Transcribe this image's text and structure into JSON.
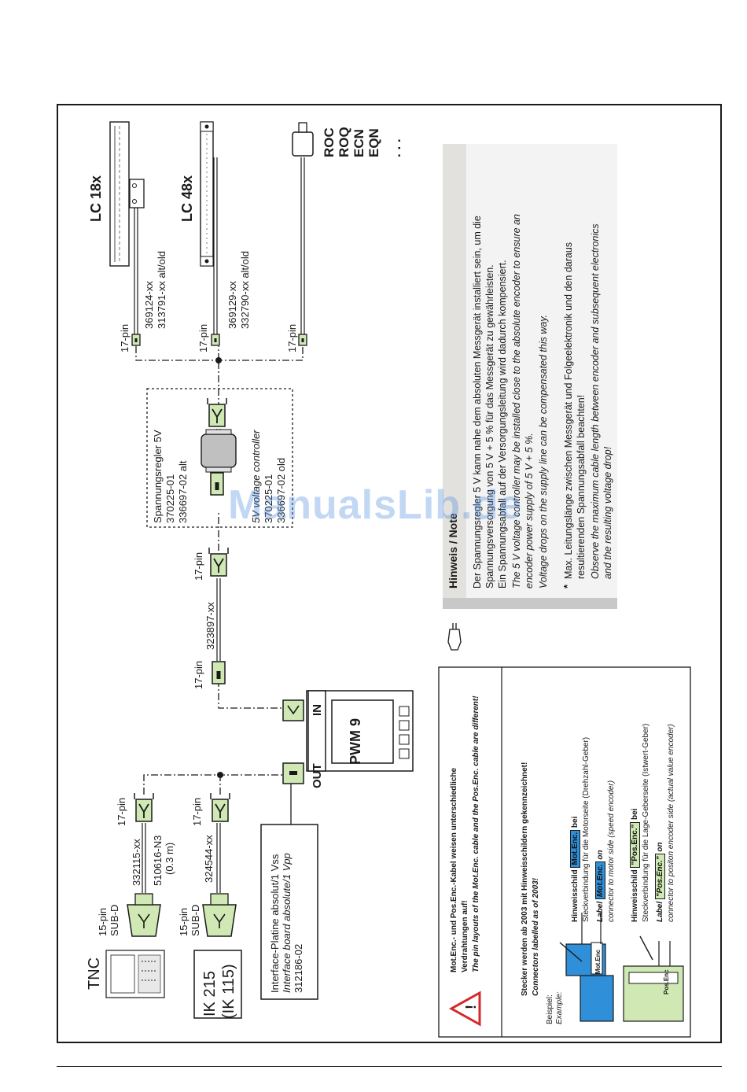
{
  "labels": {
    "tnc": "TNC",
    "ik_a": "IK 215",
    "ik_b": "(IK 115)",
    "subd1_a": "15-pin",
    "subd1_b": "SUB-D",
    "subd2_a": "15-pin",
    "subd2_b": "SUB-D",
    "cable1_a": "332115-xx",
    "cable1_b": "510616-N3",
    "cable1_c": "(0.3 m)",
    "cable2": "324544-xx",
    "pin17": "17-pin",
    "interface_a": "Interface-Platine absolut/1 Vss",
    "interface_b": "Interface board absolute/1 Vpp",
    "interface_c": "312186-02",
    "pwm": "PWM 9",
    "out": "OUT",
    "in": "IN",
    "cable3": "323897-xx",
    "reg_a": "Spannungsregler 5V",
    "reg_b": "370225-01",
    "reg_c": "336697-02 alt",
    "reg_d": "5V voltage controller",
    "reg_e": "370225-01",
    "reg_f": "336697-02 old",
    "lc18_a": "369124-xx",
    "lc18_b": "313791-xx alt/old",
    "lc48_a": "369129-xx",
    "lc48_b": "332790-xx alt/old",
    "lc18": "LC 18x",
    "lc48": "LC 48x",
    "roc": "ROC",
    "roq": "ROQ",
    "ecn": "ECN",
    "eqn": "EQN",
    "ellipsis": ". . ."
  },
  "warning": {
    "line1": "Mot.Enc.- und Pos.Enc.-Kabel weisen unterschiedliche",
    "line2": "Verdrahtungen auf!",
    "line3": "The pin layouts of the Mot.Enc. cable and the Pos.Enc. cable are different!",
    "stecker1": "Stecker werden ab 2003 mit Hinweisschildern gekennzeichnet!",
    "stecker2": "Connectors labelled as of 2003!",
    "beispiel": "Beispiel:",
    "example": "Example:",
    "mot_h1": "Hinweisschild",
    "mot_badge": "Mot.Enc.",
    "mot_h2": "bei",
    "mot_de": "Steckverbindung für die Motorseite (Drehzahl-Geber)",
    "mot_label": "Label",
    "mot_on": "on",
    "mot_en": "connector to motor side (speed encoder)",
    "pos_h1": "Hinweisschild",
    "pos_badge": "\"Pos.Enc.\"",
    "pos_h2": "bei",
    "pos_de": "Steckverbindung für die Lage-Geberseite (Istwert-Geber)",
    "pos_label": "Label",
    "pos_on": "on",
    "pos_en": "connector to positon encoder side (actual value encoder)",
    "conn_mot": "Mot.Enc",
    "conn_pos": "Pos.Enc"
  },
  "note": {
    "title": "Hinweis / Note",
    "de1": "Der Spannungsregler 5 V kann nahe dem absoluten Messgerät installiert sein, um die",
    "de2": "Spannungsversorgung von 5 V + 5 % für das Messgerät zu gewährleisten.",
    "de3": "Ein Spannungsabfall auf der Versorgungsleitung wird dadurch kompensiert.",
    "en1": "The 5 V voltage controller may be installed close to the absolute encoder to ensure an",
    "en2": "encoder power supply of 5 V + 5 %.",
    "en3": "Voltage drops on the supply line can be compensated this way.",
    "star": "*",
    "de4": "Max. Leitungslänge zwischen Messgerät und Folgeelektronik und den daraus",
    "de5": "resultierenden Spannungsabfall beachten!",
    "en4": "Observe the maximum cable length between encoder and subsequent electronics",
    "en5": "and the resulting voltage drop!"
  },
  "watermark": "ManualsLib.de",
  "colors": {
    "connector_green": "#cfe8b4",
    "badge_blue": "#2f8fd8",
    "note_gray": "#c8c8c8"
  }
}
